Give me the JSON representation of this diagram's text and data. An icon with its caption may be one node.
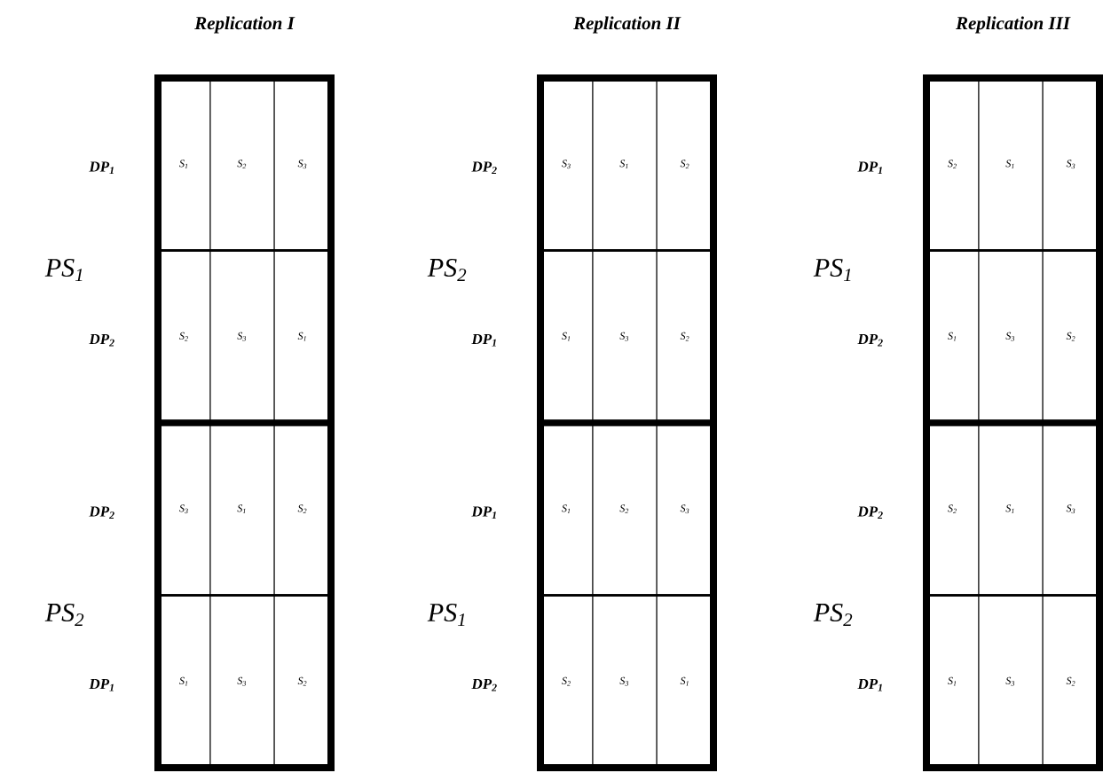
{
  "diagram": {
    "nodes": [
      {
        "text": [
          "Replication I"
        ]
      },
      {
        "text": [
          "PS$_{1}$"
        ],
        "in": 0
      },
      {
        "text": [
          "DP$_{1}$"
        ],
        "in": 1
      },
      {
        "text": [
          "S$_{1}$"
        ],
        "in": 2
      },
      {
        "text": [
          "S$_{2}$"
        ],
        "in": 2
      },
      {
        "text": [
          "S$_{3}$"
        ],
        "in": 2
      },
      {
        "text": [
          "DP$_{2}$"
        ],
        "in": 1
      },
      {
        "text": [
          "S$_{2}$"
        ],
        "in": 6
      },
      {
        "text": [
          "S$_{3}$"
        ],
        "in": 6
      },
      {
        "text": [
          "S$_{1}$"
        ],
        "in": 6
      },
      {
        "text": [
          "PS$_{2}$"
        ],
        "in": 0
      },
      {
        "text": [
          "DP$_{2}$"
        ],
        "in": 10
      },
      {
        "text": [
          "S$_{3}$"
        ],
        "in": 11
      },
      {
        "text": [
          "S$_{1}$"
        ],
        "in": 11
      },
      {
        "text": [
          "S$_{2}$"
        ],
        "in": 11
      },
      {
        "text": [
          "DP$_{1}$"
        ],
        "in": 10
      },
      {
        "text": [
          "S$_{1}$"
        ],
        "in": 15
      },
      {
        "text": [
          "S$_{3}$"
        ],
        "in": 15
      },
      {
        "text": [
          "S$_{2}$"
        ],
        "in": 15
      },
      {
        "text": [
          "Replication II"
        ]
      },
      {
        "text": [
          "PS$_{2}$"
        ],
        "in": 19
      },
      {
        "text": [
          "DP$_{2}$"
        ],
        "in": 20
      },
      {
        "text": [
          "S$_{3}$"
        ],
        "in": 21
      },
      {
        "text": [
          "S$_{1}$"
        ],
        "in": 21
      },
      {
        "text": [
          "S$_{2}$"
        ],
        "in": 21
      },
      {
        "text": [
          "DP$_{1}$"
        ],
        "in": 20
      },
      {
        "text": [
          "S$_{1}$"
        ],
        "in": 25
      },
      {
        "text": [
          "S$_{3}$"
        ],
        "in": 25
      },
      {
        "text": [
          "S$_{2}$"
        ],
        "in": 25
      },
      {
        "text": [
          "PS$_{1}$"
        ],
        "in": 19
      },
      {
        "text": [
          "DP$_{1}$"
        ],
        "in": 29
      },
      {
        "text": [
          "S$_{1}$"
        ],
        "in": 30
      },
      {
        "text": [
          "S$_{2}$"
        ],
        "in": 30
      },
      {
        "text": [
          "S$_{3}$"
        ],
        "in": 30
      },
      {
        "text": [
          "DP$_{2}$"
        ],
        "in": 29
      },
      {
        "text": [
          "S$_{2}$"
        ],
        "in": 34
      },
      {
        "text": [
          "S$_{3}$"
        ],
        "in": 34
      },
      {
        "text": [
          "S$_{1}$"
        ],
        "in": 34
      },
      {
        "text": [
          "Replication III"
        ]
      },
      {
        "text": [
          "PS$_{1}$"
        ],
        "in": 38
      },
      {
        "text": [
          "DP$_{1}$"
        ],
        "in": 39
      },
      {
        "text": [
          "S$_{2}$"
        ],
        "in": 40
      },
      {
        "text": [
          "S$_{1}$"
        ],
        "in": 40
      },
      {
        "text": [
          "S$_{3}$"
        ],
        "in": 40
      },
      {
        "text": [
          "DP$_{2}$"
        ],
        "in": 39
      },
      {
        "text": [
          "S$_{1}$"
        ],
        "in": 44
      },
      {
        "text": [
          "S$_{3}$"
        ],
        "in": 44
      },
      {
        "text": [
          "S$_{2}$"
        ],
        "in": 44
      },
      {
        "text": [
          "PS$_{2}$"
        ],
        "in": 38
      },
      {
        "text": [
          "DP$_{2}$"
        ],
        "in": 48
      },
      {
        "text": [
          "S$_{2}$"
        ],
        "in": 49
      },
      {
        "text": [
          "S$_{1}$"
        ],
        "in": 49
      },
      {
        "text": [
          "S$_{3}$"
        ],
        "in": 49
      },
      {
        "text": [
          "DP$_{1}$"
        ],
        "in": 48
      },
      {
        "text": [
          "S$_{1}$"
        ],
        "in": 53
      },
      {
        "text": [
          "S$_{3}$"
        ],
        "in": 53
      },
      {
        "text": [
          "S$_{2}$"
        ],
        "in": 53
      }
    ]
  }
}
